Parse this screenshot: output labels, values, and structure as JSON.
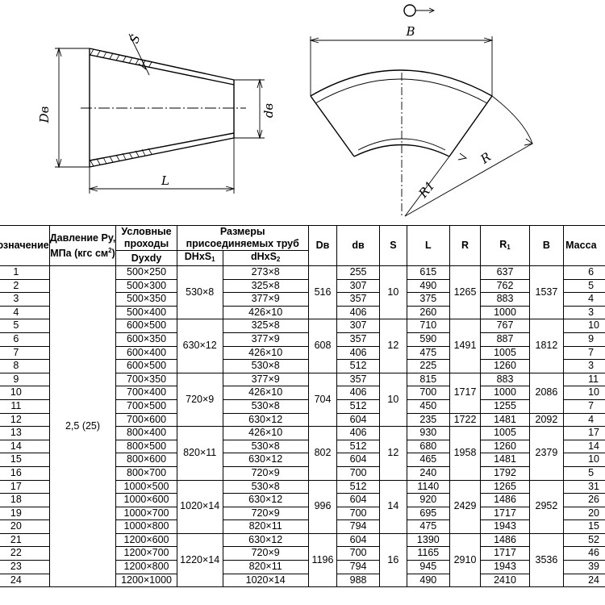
{
  "drawing_labels": {
    "reducer_dv": "Dв",
    "reducer_dd": "dв",
    "reducer_s": "S",
    "reducer_l": "L",
    "bend_b": "B",
    "bend_r1": "R1",
    "bend_r": "R"
  },
  "table": {
    "headers": {
      "designation": "Обозначение",
      "pressure_line1": "Давление Ру,",
      "pressure_line2": "МПа (кгс см",
      "pressure_sup": "2",
      "pressure_end": ")",
      "nominal_line1": "Условные",
      "nominal_line2": "проходы",
      "nominal_line3": "Dyxdy",
      "sizes_line1": "Размеры",
      "sizes_line2": "присоединяемых труб",
      "dhxs1": "DHxS",
      "dhxs1_sub": "1",
      "dhxs2": "dHxS",
      "dhxs2_sub": "2",
      "dv": "Dв",
      "dd": "dв",
      "s": "S",
      "l": "L",
      "r": "R",
      "r1": "R",
      "r1_sub": "1",
      "b": "B",
      "mass": "Масса"
    },
    "pressure_value": "2,5 (25)",
    "rows": [
      {
        "n": "1",
        "dy": "500×250",
        "d2": "273×8",
        "dd": "255",
        "l": "615",
        "r1": "637",
        "m": "6"
      },
      {
        "n": "2",
        "dy": "500×300",
        "d2": "325×8",
        "dd": "307",
        "l": "490",
        "r1": "762",
        "m": "5"
      },
      {
        "n": "3",
        "dy": "500×350",
        "d2": "377×9",
        "dd": "357",
        "l": "375",
        "r1": "883",
        "m": "4"
      },
      {
        "n": "4",
        "dy": "500×400",
        "d2": "426×10",
        "dd": "406",
        "l": "260",
        "r1": "1000",
        "m": "3"
      },
      {
        "n": "5",
        "dy": "600×500",
        "d2": "325×8",
        "dd": "307",
        "l": "710",
        "r1": "767",
        "m": "10"
      },
      {
        "n": "6",
        "dy": "600×350",
        "d2": "377×9",
        "dd": "357",
        "l": "590",
        "r1": "887",
        "m": "9"
      },
      {
        "n": "7",
        "dy": "600×400",
        "d2": "426×10",
        "dd": "406",
        "l": "475",
        "r1": "1005",
        "m": "7"
      },
      {
        "n": "8",
        "dy": "600×500",
        "d2": "530×8",
        "dd": "512",
        "l": "225",
        "r1": "1260",
        "m": "3"
      },
      {
        "n": "9",
        "dy": "700×350",
        "d2": "377×9",
        "dd": "357",
        "l": "815",
        "r1": "883",
        "m": "11"
      },
      {
        "n": "10",
        "dy": "700×400",
        "d2": "426×10",
        "dd": "406",
        "l": "700",
        "r1": "1000",
        "m": "10"
      },
      {
        "n": "11",
        "dy": "700×500",
        "d2": "530×8",
        "dd": "512",
        "l": "450",
        "r1": "1255",
        "m": "7"
      },
      {
        "n": "12",
        "dy": "700×600",
        "d2": "630×12",
        "dd": "604",
        "l": "235",
        "r1": "1481",
        "m": "4"
      },
      {
        "n": "13",
        "dy": "800×400",
        "d2": "426×10",
        "dd": "406",
        "l": "930",
        "r1": "1005",
        "m": "17"
      },
      {
        "n": "14",
        "dy": "800×500",
        "d2": "530×8",
        "dd": "512",
        "l": "680",
        "r1": "1260",
        "m": "14"
      },
      {
        "n": "15",
        "dy": "800×600",
        "d2": "630×12",
        "dd": "604",
        "l": "465",
        "r1": "1481",
        "m": "10"
      },
      {
        "n": "16",
        "dy": "800×700",
        "d2": "720×9",
        "dd": "700",
        "l": "240",
        "r1": "1792",
        "m": "5"
      },
      {
        "n": "17",
        "dy": "1000×500",
        "d2": "530×8",
        "dd": "512",
        "l": "1140",
        "r1": "1265",
        "m": "31"
      },
      {
        "n": "18",
        "dy": "1000×600",
        "d2": "630×12",
        "dd": "604",
        "l": "920",
        "r1": "1486",
        "m": "26"
      },
      {
        "n": "19",
        "dy": "1000×700",
        "d2": "720×9",
        "dd": "700",
        "l": "695",
        "r1": "1717",
        "m": "20"
      },
      {
        "n": "20",
        "dy": "1000×800",
        "d2": "820×11",
        "dd": "794",
        "l": "475",
        "r1": "1943",
        "m": "15"
      },
      {
        "n": "21",
        "dy": "1200×600",
        "d2": "630×12",
        "dd": "604",
        "l": "1390",
        "r1": "1486",
        "m": "52"
      },
      {
        "n": "22",
        "dy": "1200×700",
        "d2": "720×9",
        "dd": "700",
        "l": "1165",
        "r1": "1717",
        "m": "46"
      },
      {
        "n": "23",
        "dy": "1200×800",
        "d2": "820×11",
        "dd": "794",
        "l": "945",
        "r1": "1943",
        "m": "39"
      },
      {
        "n": "24",
        "dy": "1200×1000",
        "d2": "1020×14",
        "dd": "988",
        "l": "490",
        "r1": "2410",
        "m": "24"
      }
    ],
    "groups": [
      {
        "d1": "530×8",
        "dv": "516",
        "s": "10",
        "r": "1265",
        "b": "1537"
      },
      {
        "d1": "630×12",
        "dv": "608",
        "s": "12",
        "r": "1491",
        "b": "1812"
      },
      {
        "d1": "720×9",
        "dv": "704",
        "s": "10",
        "r": "1717",
        "b": "2086"
      },
      {
        "d1": "",
        "dv": "",
        "s": "",
        "r": "1722",
        "b": "2092"
      },
      {
        "d1": "820×11",
        "dv": "802",
        "s": "12",
        "r": "1958",
        "b": "2379"
      },
      {
        "d1": "1020×14",
        "dv": "996",
        "s": "14",
        "r": "2429",
        "b": "2952"
      },
      {
        "d1": "1220×14",
        "dv": "1196",
        "s": "16",
        "r": "2910",
        "b": "3536"
      }
    ]
  }
}
